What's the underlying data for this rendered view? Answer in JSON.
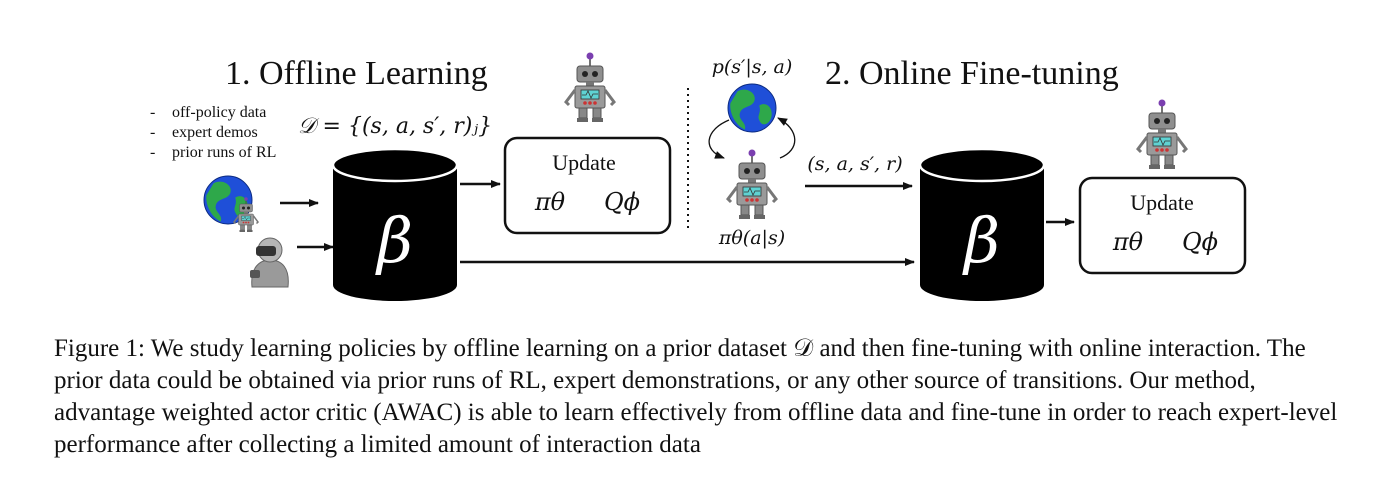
{
  "figure": {
    "stage1_title": "1. Offline Learning",
    "stage2_title": "2. Online Fine-tuning",
    "data_sources": [
      "off-policy data",
      "expert demos",
      "prior runs of RL"
    ],
    "bullet_marker": "-",
    "dataset_label": "𝒟 = {(s, a, s′, r)ⱼ}",
    "buffer_symbol": "β",
    "box_title": "Update",
    "box_policy": "πθ",
    "box_q": "Qϕ",
    "dynamics_label": "p(s′|s, a)",
    "transition_label": "(s, a, s′, r)",
    "policy_label": "πθ(a|s)"
  },
  "caption": {
    "text": "Figure 1: We study learning policies by offline learning on a prior dataset 𝒟 and then fine-tuning with online interaction. The prior data could be obtained via prior runs of RL, expert demonstrations, or any other source of transitions. Our method, advantage weighted actor critic (AWAC) is able to learn effectively from offline data and fine-tune in order to reach expert-level performance after collecting a limited amount of interaction data"
  },
  "colors": {
    "ink": "#111111",
    "ocean": "#1f4fd8",
    "land": "#2ea84a",
    "robot": "#8f8f8f",
    "screen": "#5fd3d3"
  }
}
